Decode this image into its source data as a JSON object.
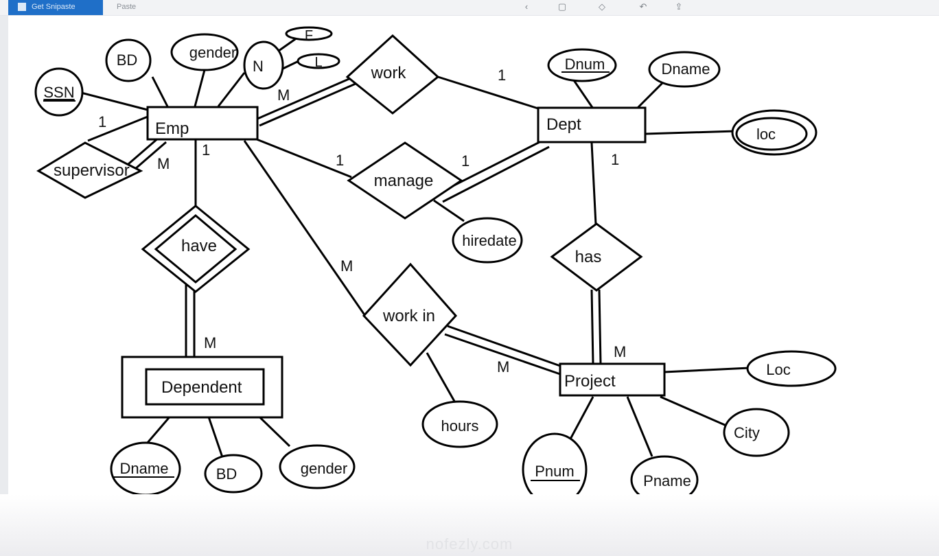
{
  "window": {
    "tab_label": "Get Snipaste",
    "breadcrumb": "Paste"
  },
  "colors": {
    "stroke": "#000000",
    "background": "#ffffff",
    "tab_accent": "#1f6fc8"
  },
  "icons": {
    "tab": "app-icon",
    "tools": [
      "back-icon",
      "copy-icon",
      "pin-icon",
      "undo-icon",
      "share-icon"
    ]
  },
  "diagram": {
    "entities": {
      "emp": "Emp",
      "dept": "Dept",
      "dependent": "Dependent",
      "project": "Project"
    },
    "relationships": {
      "work": "work",
      "manage": "manage",
      "supervisor": "supervisor",
      "have": "have",
      "work_in": "work in",
      "has": "has"
    },
    "attributes": {
      "ssn": "SSN",
      "emp_bd": "BD",
      "emp_gender": "gender",
      "n": "N",
      "f": "F",
      "l": "L",
      "dnum": "Dnum",
      "dname": "Dname",
      "loc": "loc",
      "hiredate": "hiredate",
      "hours": "hours",
      "dep_dname": "Dname",
      "dep_bd": "BD",
      "dep_gender": "gender",
      "proj_loc": "Loc",
      "city": "City",
      "pnum": "Pnum",
      "pname": "Pname"
    },
    "cardinalities": {
      "supervisor_emp": "1",
      "supervisor_m": "M",
      "emp_work": "M",
      "work_dept": "1",
      "emp_manage": "1",
      "manage_dept": "1",
      "emp_have": "1",
      "have_dependent": "M",
      "emp_workin": "M",
      "workin_project": "M",
      "dept_has": "1",
      "has_project": "M"
    }
  },
  "watermark": "nofezly.com"
}
